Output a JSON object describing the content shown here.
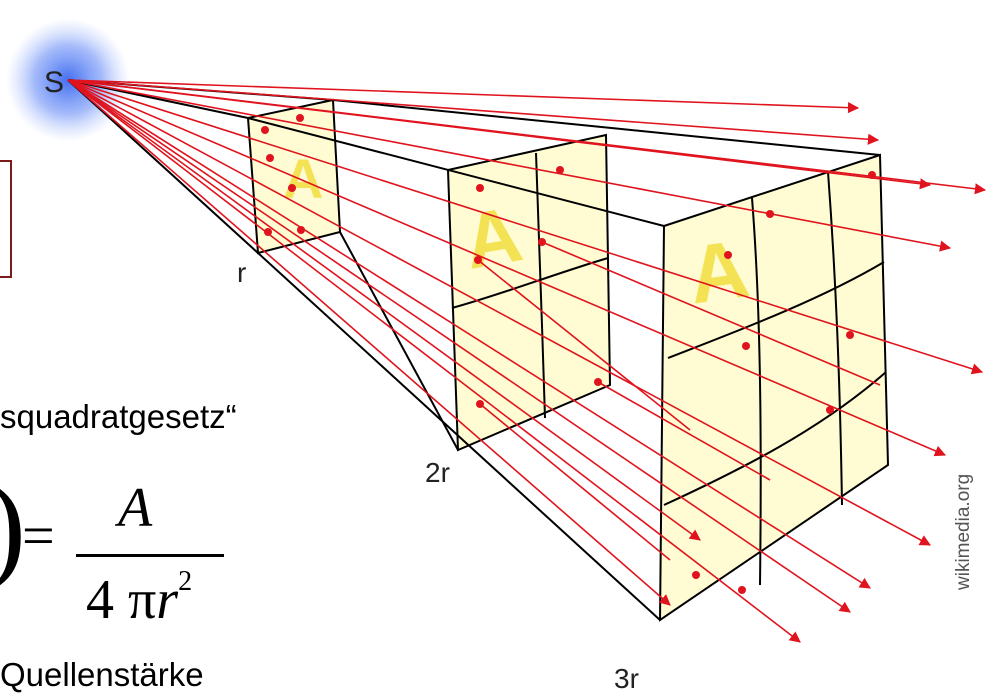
{
  "diagram": {
    "source_label": "S",
    "distance_labels": [
      "r",
      "2r",
      "3r"
    ],
    "area_label": "A"
  },
  "text": {
    "law_fragment": "squadratgesetz“",
    "quelle_fragment": "Quellenstärke",
    "credit": "wikimedia.org"
  },
  "formula": {
    "paren": ")",
    "equals": "=",
    "numerator": "A",
    "denominator_coef": "4",
    "pi": "π",
    "r": "r",
    "exponent": "2"
  },
  "colors": {
    "ray": "#e0141e",
    "panel": "#fffbd2",
    "glow": "#2f5ff0",
    "letter_a": "#f2e046",
    "box_border": "#7a1a1a"
  }
}
